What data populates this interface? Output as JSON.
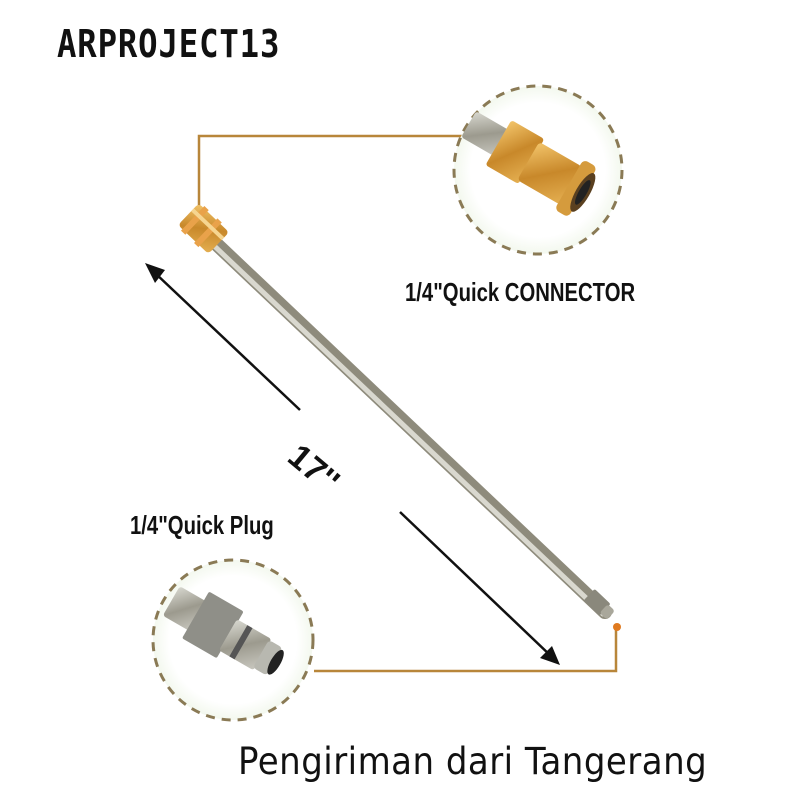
{
  "brand": {
    "name": "ARPROJECT13"
  },
  "product": {
    "dimension_label": "17''",
    "callouts": [
      {
        "id": "connector",
        "label": "1/4\"Quick CONNECTOR"
      },
      {
        "id": "plug",
        "label": "1/4\"Quick Plug"
      }
    ]
  },
  "footer": {
    "text": "Pengiriman dari Tangerang"
  },
  "colors": {
    "leader_line": "#b8863a",
    "dashed_circle": "#8a7a55",
    "brass": "#c8902f",
    "steel": "#a9a9a0",
    "text": "#111111"
  }
}
